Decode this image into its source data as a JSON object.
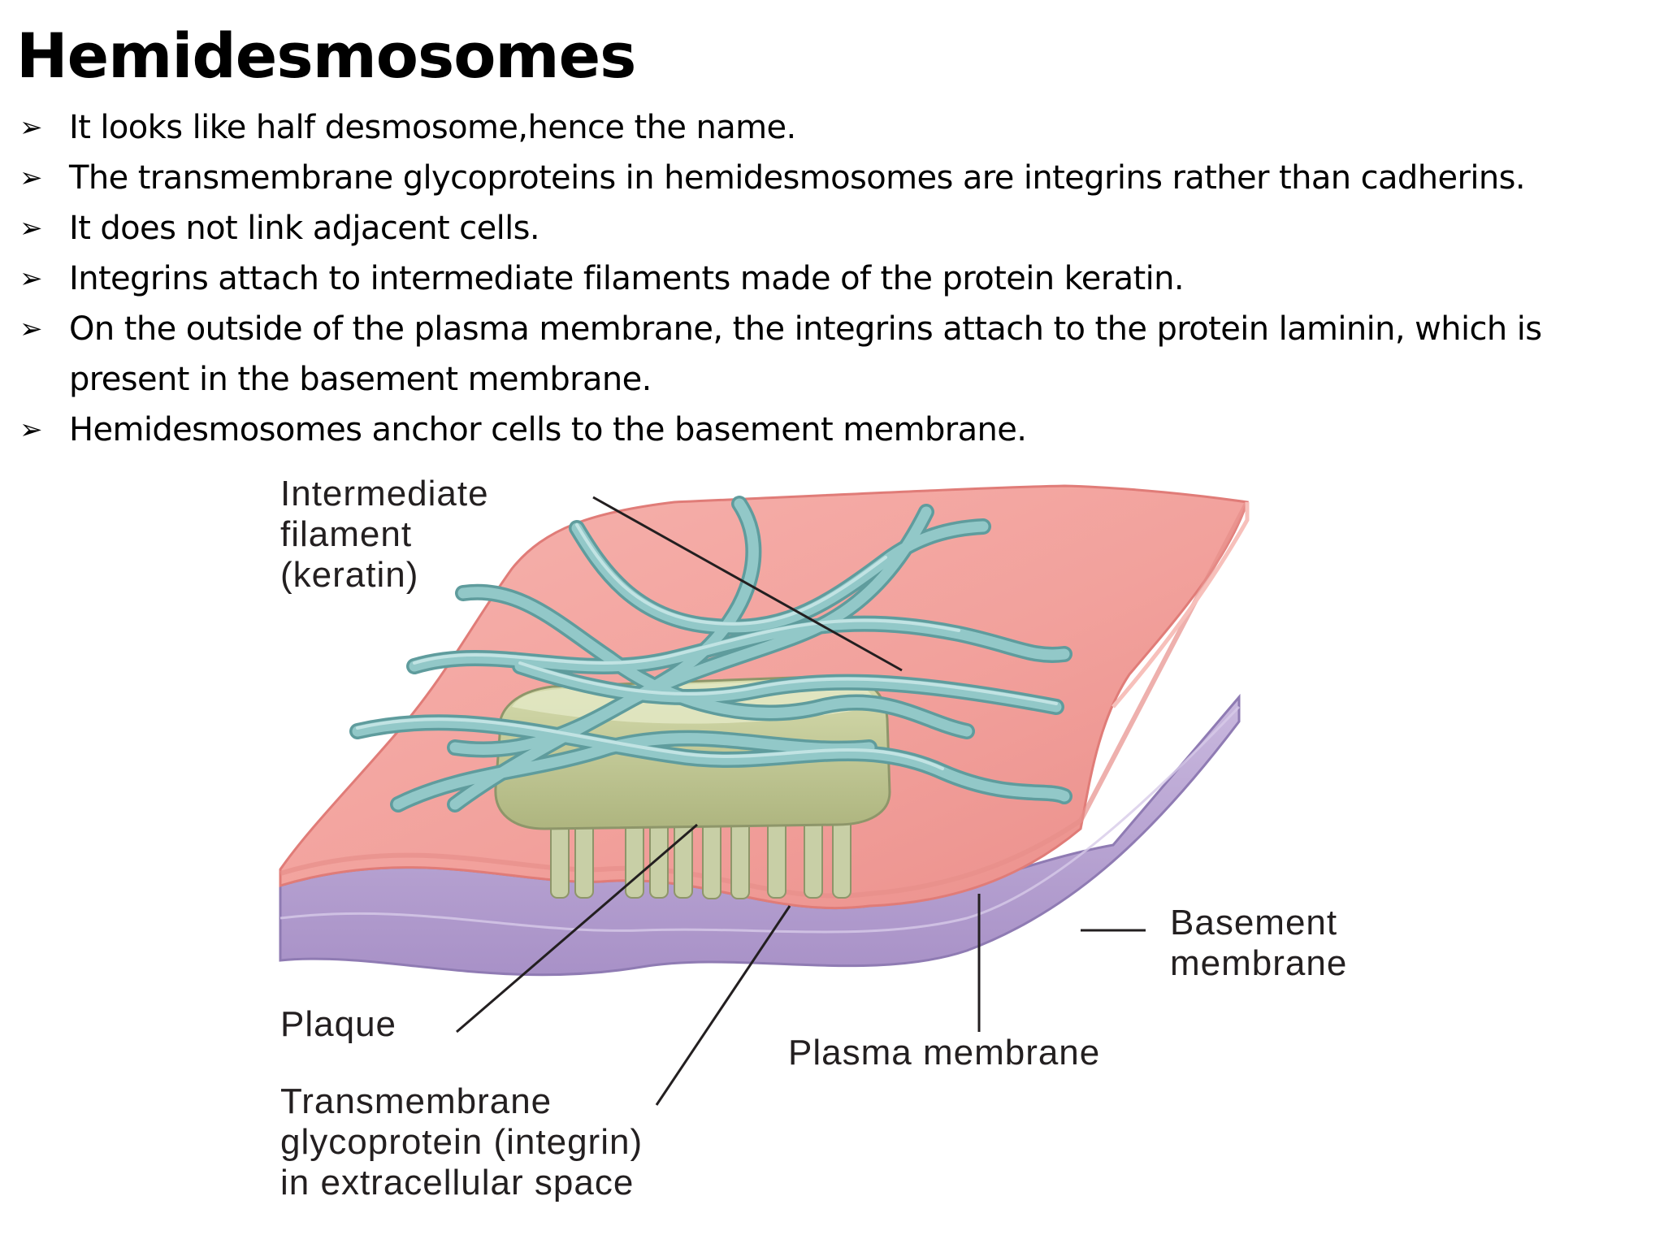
{
  "slide": {
    "title": "Hemidesmosomes",
    "bullet_marker": "➢",
    "bullets": [
      {
        "text": "It looks like half desmosome,hence the name."
      },
      {
        "text": "The transmembrane glycoproteins in hemidesmosomes are integrins rather than cadherins."
      },
      {
        "text": "It does not link adjacent cells."
      },
      {
        "text": "Integrins  attach to intermediate filaments made of the protein keratin."
      },
      {
        "lines": [
          "On the outside of the plasma membrane, the integrins attach to the protein laminin, which is",
          "present in the basement membrane."
        ]
      },
      {
        "text": "Hemidesmosomes anchor cells  to the basement membrane."
      }
    ]
  },
  "diagram": {
    "labels": {
      "intermediate_filament": [
        "Intermediate",
        "filament",
        "(keratin)"
      ],
      "basement_membrane": [
        "Basement",
        "membrane"
      ],
      "plaque": [
        "Plaque"
      ],
      "plasma_membrane": [
        "Plasma membrane"
      ],
      "transmembrane_glycoprotein": [
        "Transmembrane",
        "glycoprotein (integrin)",
        "in extracellular space"
      ]
    },
    "colors": {
      "cell_membrane": "#f2a19c",
      "cell_membrane_edge": "#e07c78",
      "basement_membrane": "#b9a4d2",
      "basement_membrane_edge": "#8f7bb3",
      "plaque": "#c5cc9a",
      "integrin": "#c8cfa6",
      "keratin": "#8fc6c6",
      "keratin_edge": "#5f9c9d",
      "leader_line": "#231f20"
    }
  }
}
